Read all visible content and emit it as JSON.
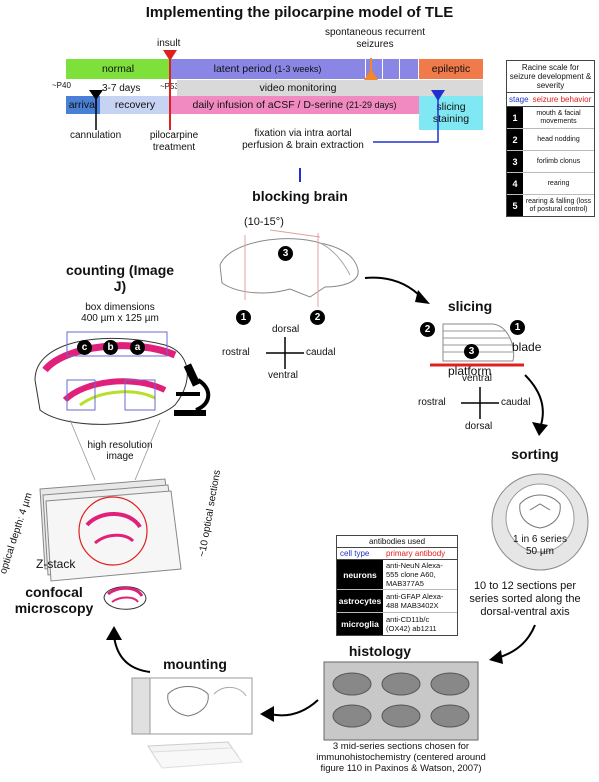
{
  "title": "Implementing the pilocarpine model of TLE",
  "timeline": {
    "insult": "insult",
    "spontaneous": "spontaneous recurrent seizures",
    "normal": "normal",
    "latent": "latent period",
    "latent_weeks": "(1-3 weeks)",
    "epileptic": "epileptic",
    "p40": "~P40",
    "days": "3-7 days",
    "p53": "~P53",
    "video": "video monitoring",
    "arrival": "arrival",
    "recovery": "recovery",
    "infusion": "daily infusion of aCSF / D-serine",
    "infusion_days": "(21-29 days)",
    "slicing_staining": "slicing staining",
    "cannulation": "cannulation",
    "pilocarpine": "pilocarpine treatment",
    "fixation": "fixation via intra aortal perfusion & brain extraction"
  },
  "racine": {
    "caption": "Racine scale for seizure development & severity",
    "col_stage": "stage",
    "col_behavior": "seizure behavior",
    "rows": [
      {
        "stage": "1",
        "behavior": "mouth & facial movements"
      },
      {
        "stage": "2",
        "behavior": "head nodding"
      },
      {
        "stage": "3",
        "behavior": "forlimb clonus"
      },
      {
        "stage": "4",
        "behavior": "rearing"
      },
      {
        "stage": "5",
        "behavior": "rearing & falling (loss of postural control)"
      }
    ]
  },
  "blocking": {
    "heading": "blocking brain",
    "angle": "(10-15°)",
    "m1": "1",
    "m2": "2",
    "m3": "3",
    "dorsal": "dorsal",
    "ventral": "ventral",
    "rostral": "rostral",
    "caudal": "caudal"
  },
  "slicing": {
    "heading": "slicing",
    "blade": "blade",
    "platform": "platform",
    "m1": "1",
    "m2": "2",
    "m3": "3",
    "ventral": "ventral",
    "dorsal": "dorsal",
    "rostral": "rostral",
    "caudal": "caudal"
  },
  "counting": {
    "heading": "counting (Image J)",
    "box_label": "box dimensions",
    "box_dims": "400 µm x 125 µm",
    "c": "c",
    "b": "b",
    "a": "a",
    "highres": "high resolution image"
  },
  "confocal": {
    "heading": "confocal microscopy",
    "depth": "optical depth: 4 µm",
    "sections": "~10 optical sections",
    "zstack": "Z-stack"
  },
  "sorting": {
    "heading": "sorting",
    "series": "1 in 6 series",
    "thickness": "50 µm",
    "desc": "10 to 12 sections per series sorted along the dorsal-ventral axis"
  },
  "antibodies": {
    "caption": "antibodies used",
    "col_cell": "cell type",
    "col_ab": "primary antibody",
    "rows": [
      {
        "cell": "neurons",
        "ab": "anti-NeuN Alexa-555 clone A60, MAB377A5"
      },
      {
        "cell": "astrocytes",
        "ab": "anti-GFAP Alexa-488 MAB3402X"
      },
      {
        "cell": "microglia",
        "ab": "anti-CD11b/c (OX42) ab1211"
      }
    ]
  },
  "histology": {
    "heading": "histology",
    "desc": "3 mid-series sections chosen for immunohistochemistry (centered around figure 110 in Paxinos & Watson, 2007)"
  },
  "mounting": {
    "heading": "mounting"
  },
  "colors": {
    "normal": "#7ee03a",
    "latent": "#8a86e6",
    "epileptic": "#f07a4a",
    "arrival": "#4a7fd6",
    "recovery": "#c7d3f2",
    "video": "#d9d9d9",
    "infusion": "#f08ac0",
    "slicing": "#7fe8f2",
    "red": "#e02020",
    "magenta": "#e0207a",
    "green": "#b8e02a",
    "orange": "#f2882a",
    "blue": "#2030d0"
  }
}
